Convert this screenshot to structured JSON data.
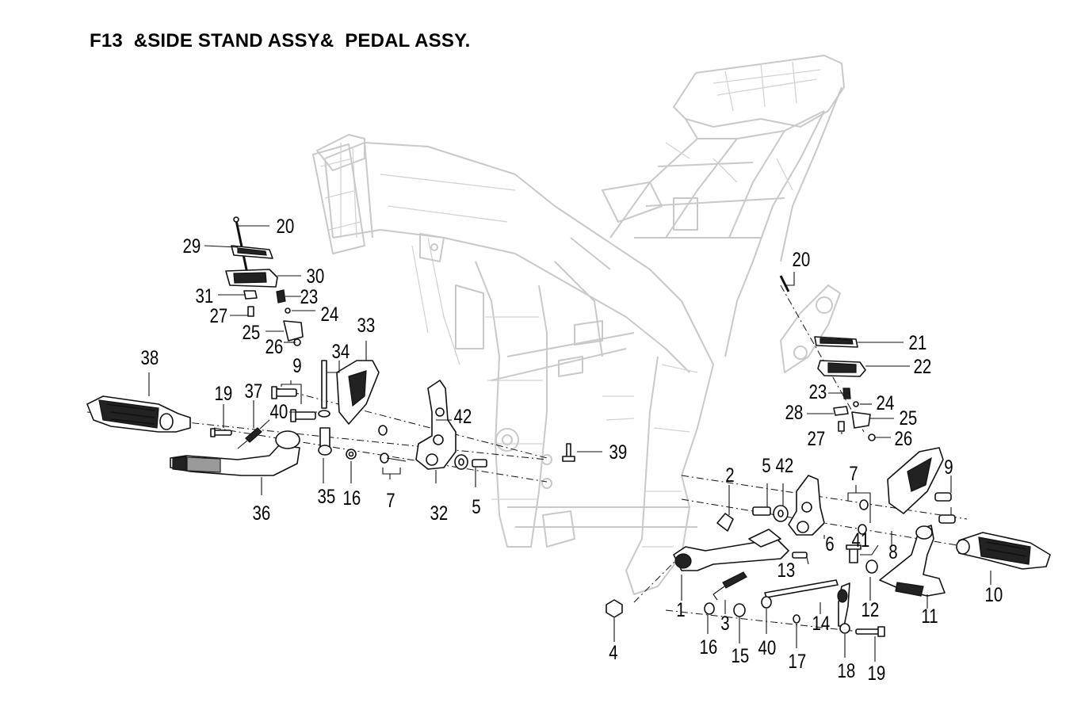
{
  "title": "F13  &SIDE STAND ASSY&  PEDAL ASSY.",
  "callouts": {
    "c1": "1",
    "c2": "2",
    "c3": "3",
    "c4": "4",
    "c5a": "5",
    "c5b": "5",
    "c6": "6",
    "c7a": "7",
    "c7b": "7",
    "c8": "8",
    "c9a": "9",
    "c9b": "9",
    "c10": "10",
    "c11": "11",
    "c12": "12",
    "c13": "13",
    "c14": "14",
    "c15": "15",
    "c16a": "16",
    "c16b": "16",
    "c17": "17",
    "c18": "18",
    "c19a": "19",
    "c19b": "19",
    "c20a": "20",
    "c20b": "20",
    "c21": "21",
    "c22": "22",
    "c23a": "23",
    "c23b": "23",
    "c24a": "24",
    "c24b": "24",
    "c25a": "25",
    "c25b": "25",
    "c26a": "26",
    "c26b": "26",
    "c27a": "27",
    "c27b": "27",
    "c28": "28",
    "c29": "29",
    "c30": "30",
    "c31": "31",
    "c32": "32",
    "c33": "33",
    "c34": "34",
    "c35": "35",
    "c36": "36",
    "c37": "37",
    "c38": "38",
    "c39": "39",
    "c40a": "40",
    "c40b": "40",
    "c41": "41",
    "c42a": "42",
    "c42b": "42"
  }
}
